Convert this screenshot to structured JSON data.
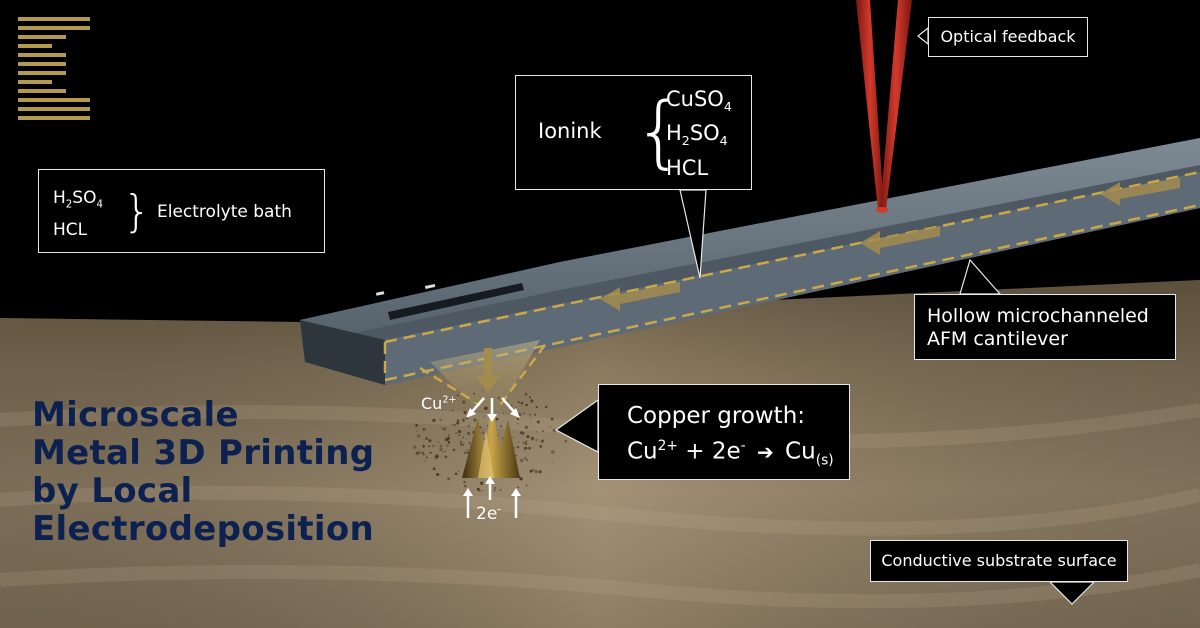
{
  "title_lines": [
    "Microscale",
    "Metal 3D Printing",
    "by Local",
    "Electrodeposition"
  ],
  "callouts": {
    "optical": "Optical feedback",
    "ionink": {
      "label": "Ionink",
      "items": [
        {
          "base": "CuSO",
          "sub": "4",
          "post": ""
        },
        {
          "base": "H",
          "sub": "2",
          "post": "SO",
          "sub2": "4"
        },
        {
          "base": "HCL",
          "sub": "",
          "post": ""
        }
      ]
    },
    "electrolyte": {
      "items": [
        {
          "base": "H",
          "sub": "2",
          "post": "SO",
          "sub2": "4"
        },
        {
          "base": "HCL",
          "sub": "",
          "post": ""
        }
      ],
      "label": "Electrolyte bath"
    },
    "cantilever": [
      "Hollow microchanneled",
      "AFM cantilever"
    ],
    "copper": {
      "line1": "Copper growth:",
      "ion": "Cu",
      "ion_charge": "2+",
      "electrons": "+ 2e",
      "electron_charge": "-",
      "product": "Cu",
      "product_state": "(s)"
    },
    "substrate": "Conductive substrate surface"
  },
  "labels": {
    "cu_ion": "Cu",
    "cu_ion_charge": "2+",
    "electrons": "2e",
    "electrons_charge": "-"
  },
  "colors": {
    "title": "#0d2150",
    "logo": "#b49a4e",
    "laser": "#b52a22",
    "channel_dash": "#c9a84a",
    "cantilever": "#6c7a86"
  }
}
